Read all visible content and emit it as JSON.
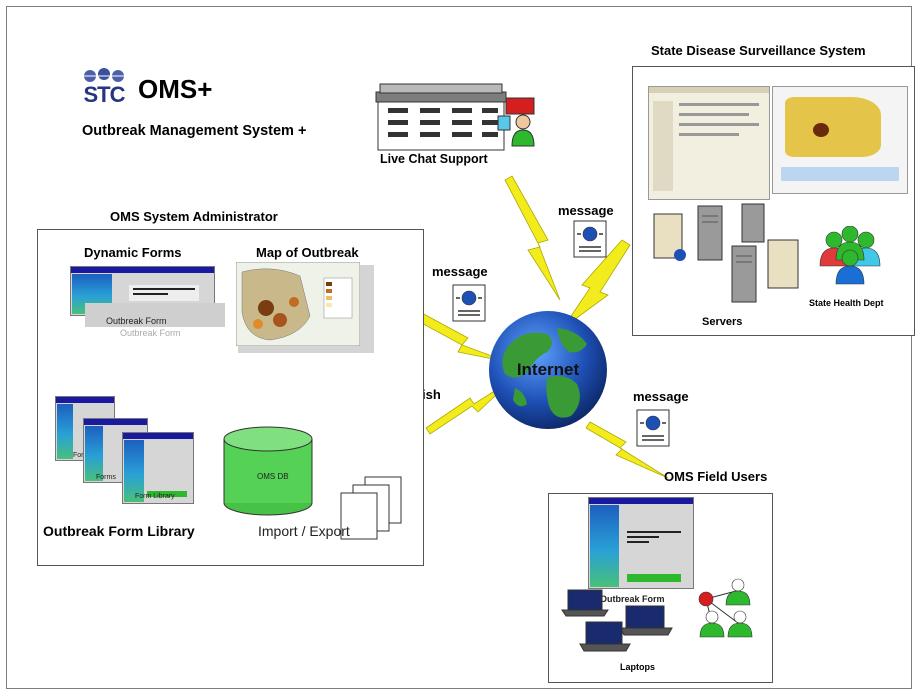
{
  "logo": {
    "text": "STC"
  },
  "title": {
    "main": "OMS+",
    "subtitle": "Outbreak Management System +"
  },
  "center": {
    "internet_label": "Internet"
  },
  "live_chat": {
    "label": "Live Chat Support"
  },
  "messages": {
    "top": "message",
    "left": "message",
    "bottom": "message"
  },
  "web_publish": {
    "label": "Web Publish"
  },
  "admin": {
    "section_title": "OMS System Administrator",
    "dynamic_forms": "Dynamic Forms",
    "outbreak_form_label": "Outbreak Form",
    "outbreak_form_reflection": "Outbreak Form",
    "map_title": "Map of Outbreak",
    "library_title": "Outbreak Form Library",
    "lib_forms_1": "Forms",
    "lib_forms_2": "Forms",
    "lib_form_library": "Form Library",
    "db_label": "OMS DB",
    "import_export": "Import / Export"
  },
  "state": {
    "section_title": "State Disease Surveillance System",
    "servers": "Servers",
    "health_dept": "State Health Dept"
  },
  "field": {
    "section_title": "OMS Field Users",
    "outbreak_form": "Outbreak Form",
    "laptops": "Laptops"
  },
  "colors": {
    "globe_land": "#3a9a35",
    "globe_sea": "#1e4fb5",
    "lightning": "#f2ec1c",
    "window_title": "#1a1aa0",
    "person_green": "#2db82d"
  }
}
